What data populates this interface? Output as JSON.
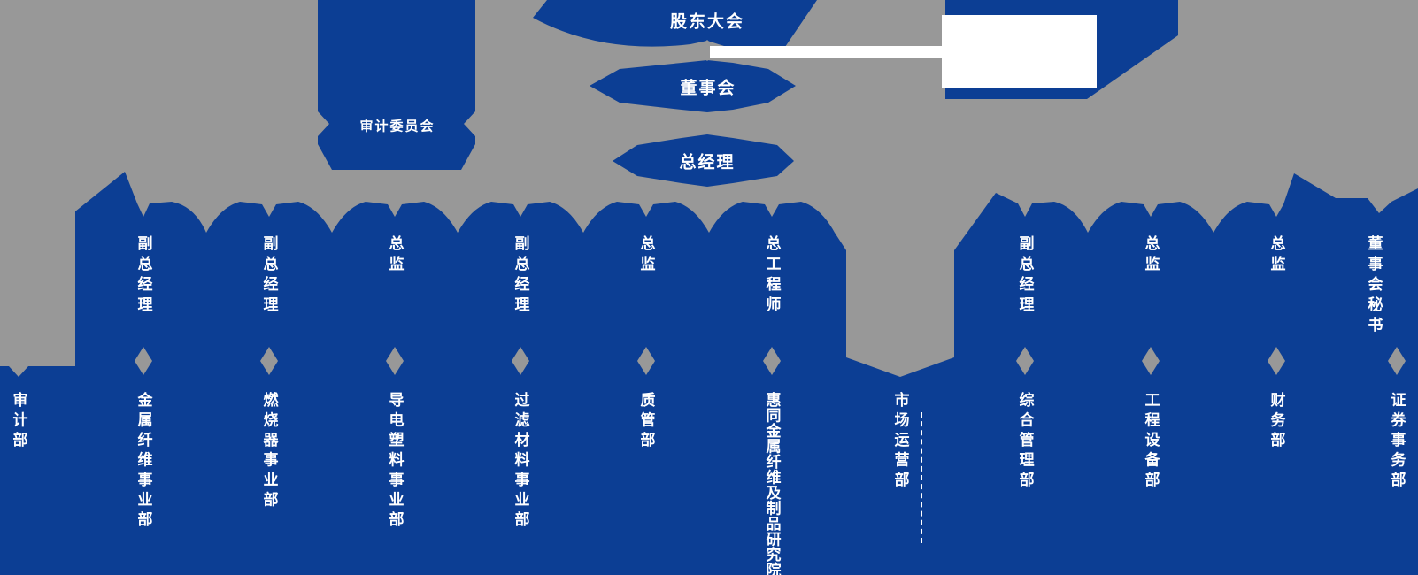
{
  "colors": {
    "background": "#989898",
    "primary": "#0c3e94",
    "redaction": "#ffffff",
    "text": "#ffffff"
  },
  "top_nodes": {
    "shareholders": "股东大会",
    "board": "董事会",
    "general_manager": "总经理",
    "audit_committee": "审计委员会"
  },
  "columns": [
    {
      "title": "",
      "dept": "审计部"
    },
    {
      "title": "副总经理",
      "dept": "金属纤维事业部"
    },
    {
      "title": "副总经理",
      "dept": "燃烧器事业部"
    },
    {
      "title": "总监",
      "dept": "导电塑料事业部"
    },
    {
      "title": "副总经理",
      "dept": "过滤材料事业部"
    },
    {
      "title": "总监",
      "dept": "质管部"
    },
    {
      "title": "总工程师",
      "dept": "惠同金属纤维及制品研究院"
    },
    {
      "title": "",
      "dept": "市场运营部"
    },
    {
      "title": "副总经理",
      "dept": "综合管理部"
    },
    {
      "title": "总监",
      "dept": "工程设备部"
    },
    {
      "title": "总监",
      "dept": "财务部"
    },
    {
      "title": "董事会秘书",
      "dept": "证券事务部"
    }
  ]
}
